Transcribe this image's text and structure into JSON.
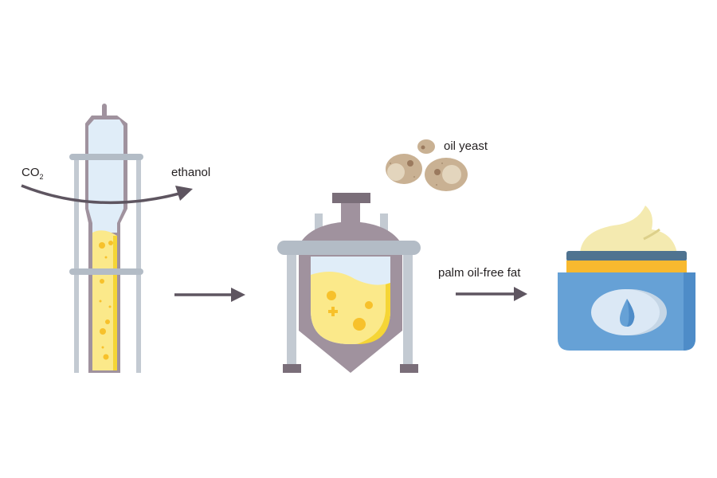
{
  "labels": {
    "co2_main": "CO",
    "co2_sub": "2",
    "ethanol": "ethanol",
    "oil_yeast": "oil yeast",
    "palm_oil_free_fat": "palm oil-free fat"
  },
  "colors": {
    "metal": "#a0929e",
    "metal_dark": "#7a6e79",
    "rod": "#c3cad2",
    "glass": "#e0edf8",
    "liquid": "#fbe98a",
    "bubble": "#f7c12b",
    "arrow": "#5e5560",
    "yeast": "#c9b193",
    "jar": "#66a1d6",
    "lid_band": "#4f7390",
    "lid_yellow": "#f8b92f",
    "cream": "#f4eab0"
  }
}
